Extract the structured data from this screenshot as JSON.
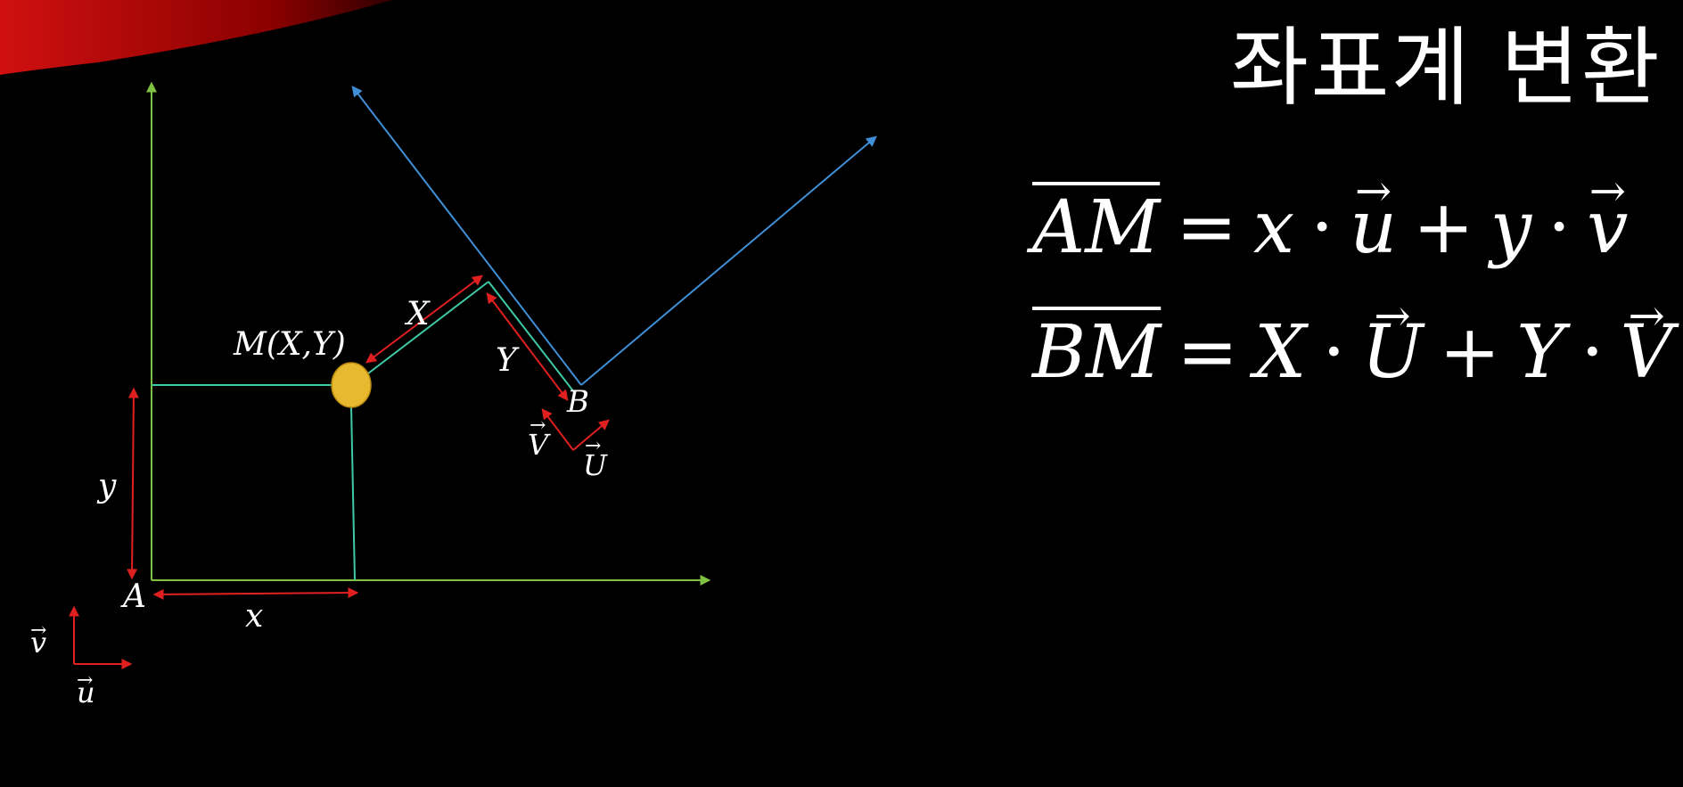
{
  "title": "좌표계 변환",
  "equations": {
    "eq1": {
      "lhs": "AM",
      "a": "x",
      "u": "u",
      "b": "y",
      "v": "v"
    },
    "eq2": {
      "lhs": "BM",
      "a": "X",
      "u": "U",
      "b": "Y",
      "v": "V"
    }
  },
  "diagram": {
    "point_m_label": "M(X,Y)",
    "point_a_label": "A",
    "point_b_label": "B",
    "label_small_x": "x",
    "label_small_y": "y",
    "label_big_x": "X",
    "label_big_y": "Y",
    "basis_u_label": "u",
    "basis_v_label": "v",
    "basis_U_label": "U",
    "basis_V_label": "V"
  },
  "colors": {
    "background": "#000000",
    "axis_green": "#7fc241",
    "axis_blue": "#3f8fd6",
    "projection_teal": "#3ec9a7",
    "arrow_red": "#e02020",
    "point_fill": "#e7b92f",
    "accent_red": "#c00000"
  }
}
